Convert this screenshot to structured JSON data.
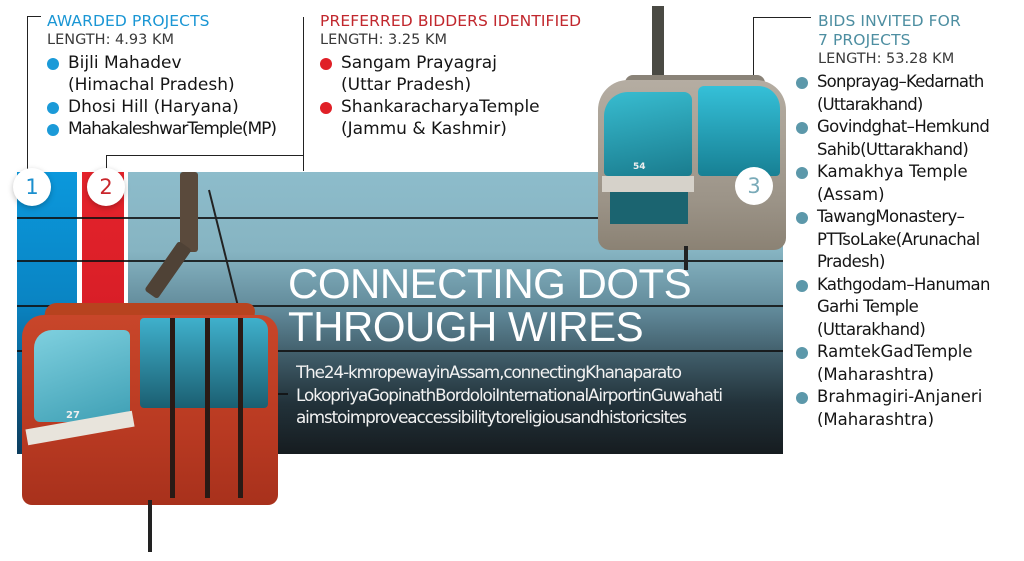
{
  "colors": {
    "awarded": "#1a96d4",
    "preferred": "#c1272d",
    "bids": "#4d8ea1",
    "panel_top": "#8dbccb",
    "panel_bottom": "#161c20"
  },
  "sections": {
    "awarded": {
      "number": "1",
      "title": "AWARDED PROJECTS",
      "length": "LENGTH: 4.93 KM",
      "items": [
        {
          "line1": "Bijli Mahadev",
          "line2": "(Himachal Pradesh)"
        },
        {
          "line1": "Dhosi Hill (Haryana)"
        },
        {
          "line1": "MahakaleshwarTemple(MP)"
        }
      ]
    },
    "preferred": {
      "number": "2",
      "title": "PREFERRED BIDDERS IDENTIFIED",
      "length": "LENGTH: 3.25 KM",
      "items": [
        {
          "line1": "Sangam Prayagraj",
          "line2": "(Uttar Pradesh)"
        },
        {
          "line1": "ShankaracharyaTemple",
          "line2": "(Jammu & Kashmir)"
        }
      ]
    },
    "bids": {
      "number": "3",
      "title_line1": "BIDS INVITED FOR",
      "title_line2": "7 PROJECTS",
      "length": "LENGTH: 53.28 KM",
      "items": [
        {
          "line1": "Sonprayag–Kedarnath",
          "line2": "(Uttarakhand)"
        },
        {
          "line1": "Govindghat–Hemkund",
          "line2": "Sahib(Uttarakhand)"
        },
        {
          "line1": "Kamakhya Temple",
          "line2": "(Assam)"
        },
        {
          "line1": "TawangMonastery–",
          "line2": "PTTsoLake(Arunachal",
          "line3": "Pradesh)"
        },
        {
          "line1": "Kathgodam–Hanuman",
          "line2": "Garhi Temple",
          "line3": "(Uttarakhand)"
        },
        {
          "line1": "RamtekGadTemple",
          "line2": "(Maharashtra)"
        },
        {
          "line1": "Brahmagiri-Anjaneri",
          "line2": "(Maharashtra)"
        }
      ]
    }
  },
  "headline": {
    "line1": "CONNECTING DOTS",
    "line2": "THROUGH WIRES"
  },
  "subtext": {
    "line1": "The24-kmropewayinAssam,connectingKhanaparato",
    "line2": "LokopriyaGopinathBordoloiInternationalAirportinGuwahati",
    "line3": "aimstoimproveaccessibilitytoreligiousandhistoricsites"
  },
  "images": {
    "red_car_number": "27",
    "gray_car_number": "54"
  }
}
